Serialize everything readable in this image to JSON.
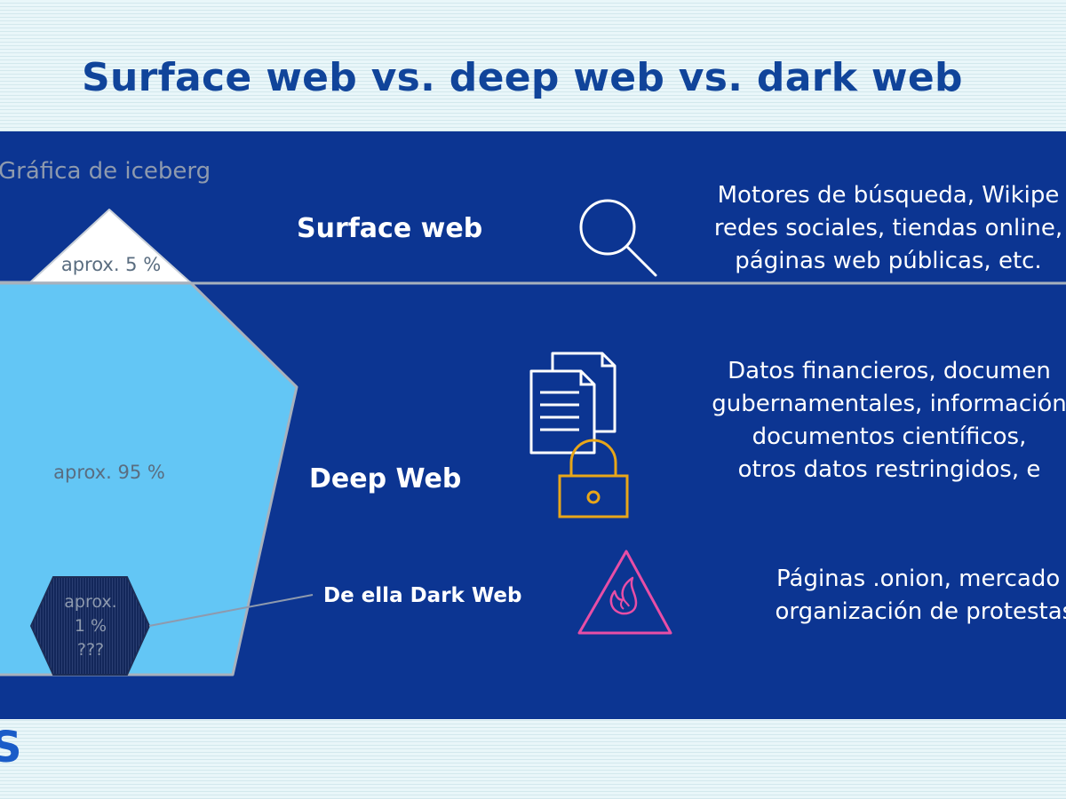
{
  "title": "Surface web vs. deep web vs. dark web",
  "iceberg": {
    "caption": "Gráfica de iceberg",
    "tip_share": "aprox. 5 %",
    "body_share": "aprox. 95 %",
    "dark_share_lines": [
      "aprox.",
      "1 %",
      "???"
    ]
  },
  "layers": [
    {
      "name": "Surface web",
      "icon": "magnifier-icon",
      "description_lines": [
        "Motores de búsqueda, Wikipe",
        "redes sociales, tiendas online,",
        "páginas web públicas, etc."
      ]
    },
    {
      "name": "Deep Web",
      "icon": "documents-lock-icon",
      "description_lines": [
        "Datos financieros, documen",
        "gubernamentales, información",
        "documentos científicos,",
        "otros datos restringidos, e"
      ]
    },
    {
      "name": "De ella Dark Web",
      "icon": "fire-warning-icon",
      "description_lines": [
        "Páginas .onion, mercado il",
        "organización de protestas,"
      ]
    }
  ],
  "footer": {
    "logo": "S"
  },
  "colors": {
    "panel": "#0c3592",
    "title": "#10449a",
    "iceberg_tip": "#ffffff",
    "iceberg_body": "#63c6f5",
    "dark_web": "#13275a",
    "icon_white": "#ffffff",
    "lock": "#e8a619",
    "warning": "#e84ea6"
  }
}
